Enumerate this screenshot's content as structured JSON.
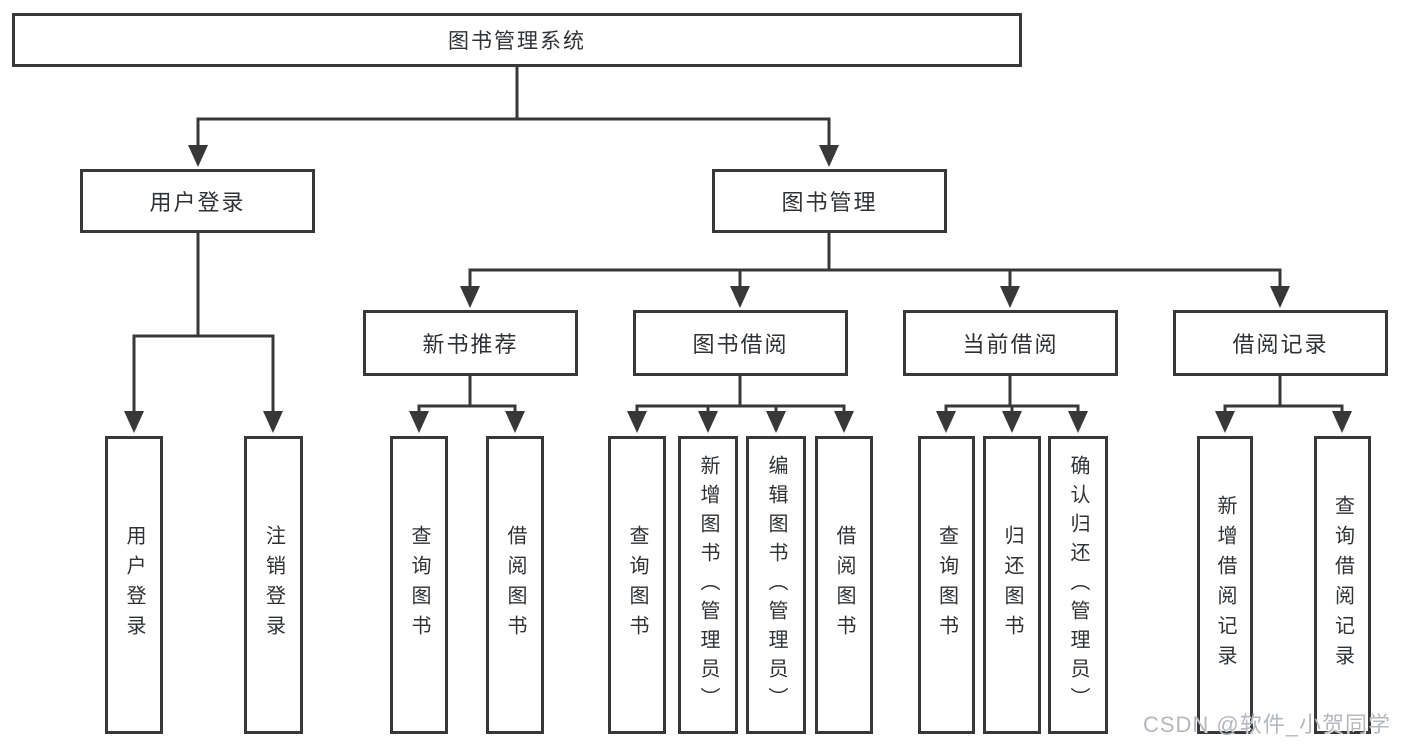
{
  "nodes": {
    "root": "图书管理系统",
    "level2": [
      "用户登录",
      "图书管理"
    ],
    "level3": [
      "新书推荐",
      "图书借阅",
      "当前借阅",
      "借阅记录"
    ],
    "leaves_user_login": [
      "用户登录",
      "注销登录"
    ],
    "leaves_new_book": [
      "查询图书",
      "借阅图书"
    ],
    "leaves_book_borrow": [
      "查询图书",
      "新增图书（管理员）",
      "编辑图书（管理员）",
      "借阅图书"
    ],
    "leaves_current_borrow": [
      "查询图书",
      "归还图书",
      "确认归还（管理员）"
    ],
    "leaves_borrow_records": [
      "新增借阅记录",
      "查询借阅记录"
    ]
  },
  "watermark": "CSDN @软件_小贺同学",
  "colors": {
    "line": "#383838",
    "text": "#2f3235",
    "box_background": "#ffffff",
    "page_background": "#ffffff",
    "watermark": "#b4b8bd"
  }
}
